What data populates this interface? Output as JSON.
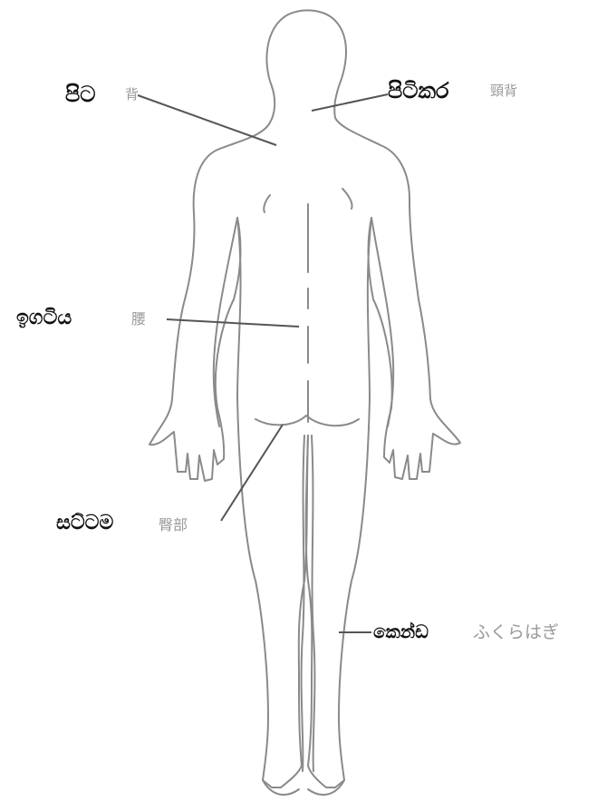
{
  "labels": {
    "back": {
      "sinhala": "පිට",
      "japanese": "背"
    },
    "nape": {
      "sinhala": "පිටිකර",
      "japanese": "頸背"
    },
    "waist": {
      "sinhala": "ඉගටිය",
      "japanese": "腰"
    },
    "buttocks": {
      "sinhala": "සට්ටම",
      "japanese": "臀部"
    },
    "calf": {
      "sinhala": "කෙන්ඩ",
      "japanese": "ふくらはぎ"
    }
  }
}
